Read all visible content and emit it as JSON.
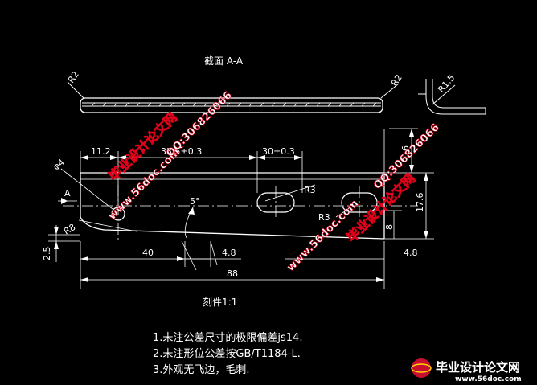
{
  "section_label": "截面 A-A",
  "view_label": "刻件1:1",
  "section_radii": {
    "left": "R2",
    "right": "R2",
    "bend": "R1.5"
  },
  "dimensions": {
    "d_11_2": "11.2",
    "d_33_5": "33.5±0.3",
    "d_30": "30±0.3",
    "d_6": "6",
    "d_17_6": "17.6",
    "d_8": "8",
    "d_2_5": "2.5",
    "d_40": "40",
    "d_4_8_mid": "4.8",
    "d_4_8_right": "4.8",
    "d_88": "88",
    "phi4": "φ4",
    "r3_a": "R3",
    "r3_b": "R3",
    "r8": "R8",
    "angle": "5°",
    "view_a": "A"
  },
  "notes": [
    "1.未注公差尺寸的极限偏差js14.",
    "2.未注形位公差按GB/T1184-L.",
    "3.外观无飞边，毛刺."
  ],
  "watermarks": {
    "site": "www.56doc.com",
    "brand": "毕业设计论文网",
    "qq": "QQ:306826066",
    "logo_cn": "毕业设计论文网",
    "logo_url": "www.56doc.com"
  },
  "colors": {
    "lines": "#ffffff",
    "watermark_red": "#e0001a",
    "watermark_white": "#ffffff"
  }
}
